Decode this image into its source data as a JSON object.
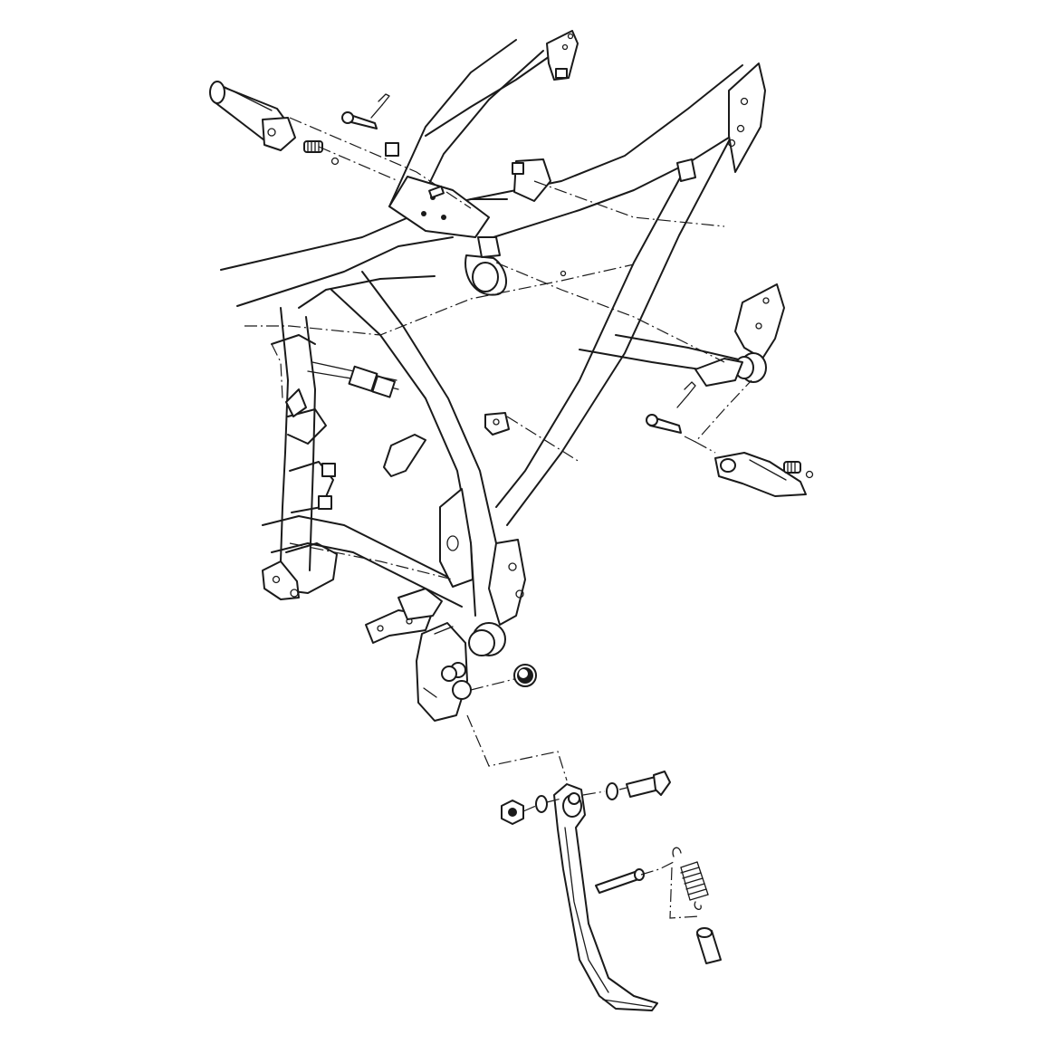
{
  "diagram": {
    "kind": "exploded-parts-view",
    "subject": "frame-footrests-sidestand",
    "line_color": "#1a1a1a",
    "background": "#ffffff",
    "parts": [
      {
        "id": "frame",
        "icon": "frame-icon"
      },
      {
        "id": "left-footrest",
        "icon": "footpeg-icon"
      },
      {
        "id": "right-footrest",
        "icon": "footpeg-icon"
      },
      {
        "id": "footrest-pin-left",
        "icon": "pin-icon"
      },
      {
        "id": "footrest-pin-right",
        "icon": "pin-icon"
      },
      {
        "id": "cotter-pin-left",
        "icon": "cotter-pin-icon"
      },
      {
        "id": "cotter-pin-right",
        "icon": "cotter-pin-icon"
      },
      {
        "id": "footrest-spring-left",
        "icon": "spring-icon"
      },
      {
        "id": "footrest-spring-right",
        "icon": "spring-icon"
      },
      {
        "id": "sidestand-bracket",
        "icon": "bracket-icon"
      },
      {
        "id": "sidestand-bushing",
        "icon": "bushing-icon"
      },
      {
        "id": "sidestand",
        "icon": "sidestand-icon"
      },
      {
        "id": "sidestand-bolt",
        "icon": "bolt-icon"
      },
      {
        "id": "sidestand-nut",
        "icon": "nut-icon"
      },
      {
        "id": "washer",
        "icon": "washer-icon"
      },
      {
        "id": "spring-pin",
        "icon": "pin-icon"
      },
      {
        "id": "sidestand-spring",
        "icon": "spring-icon"
      },
      {
        "id": "spring-sleeve",
        "icon": "sleeve-icon"
      }
    ]
  }
}
